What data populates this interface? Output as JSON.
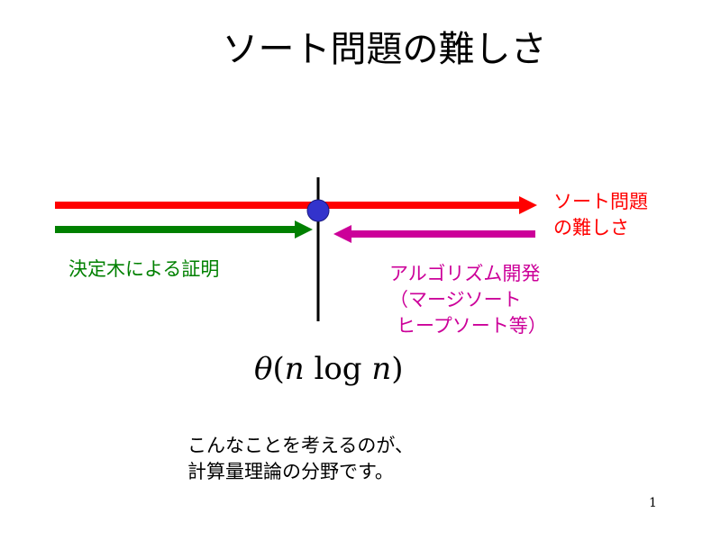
{
  "title": "ソート問題の難しさ",
  "labels": {
    "sort_problem_difficulty": [
      "ソート問題",
      "の難しさ"
    ],
    "decision_tree_proof": "決定木による証明",
    "algorithm_development": [
      "アルゴリズム開発",
      "（マージソート",
      "ヒープソート等）"
    ]
  },
  "formula": {
    "theta": "θ",
    "open": "(",
    "n1": "n",
    "log": " log ",
    "n2": "n",
    "close": ")"
  },
  "caption": [
    "こんなことを考えるのが、",
    "計算量理論の分野です。"
  ],
  "page_number": "1",
  "colors": {
    "red": "#ff0000",
    "green": "#008000",
    "magenta": "#cc0099",
    "point": "#3333cc",
    "line": "#000000"
  }
}
